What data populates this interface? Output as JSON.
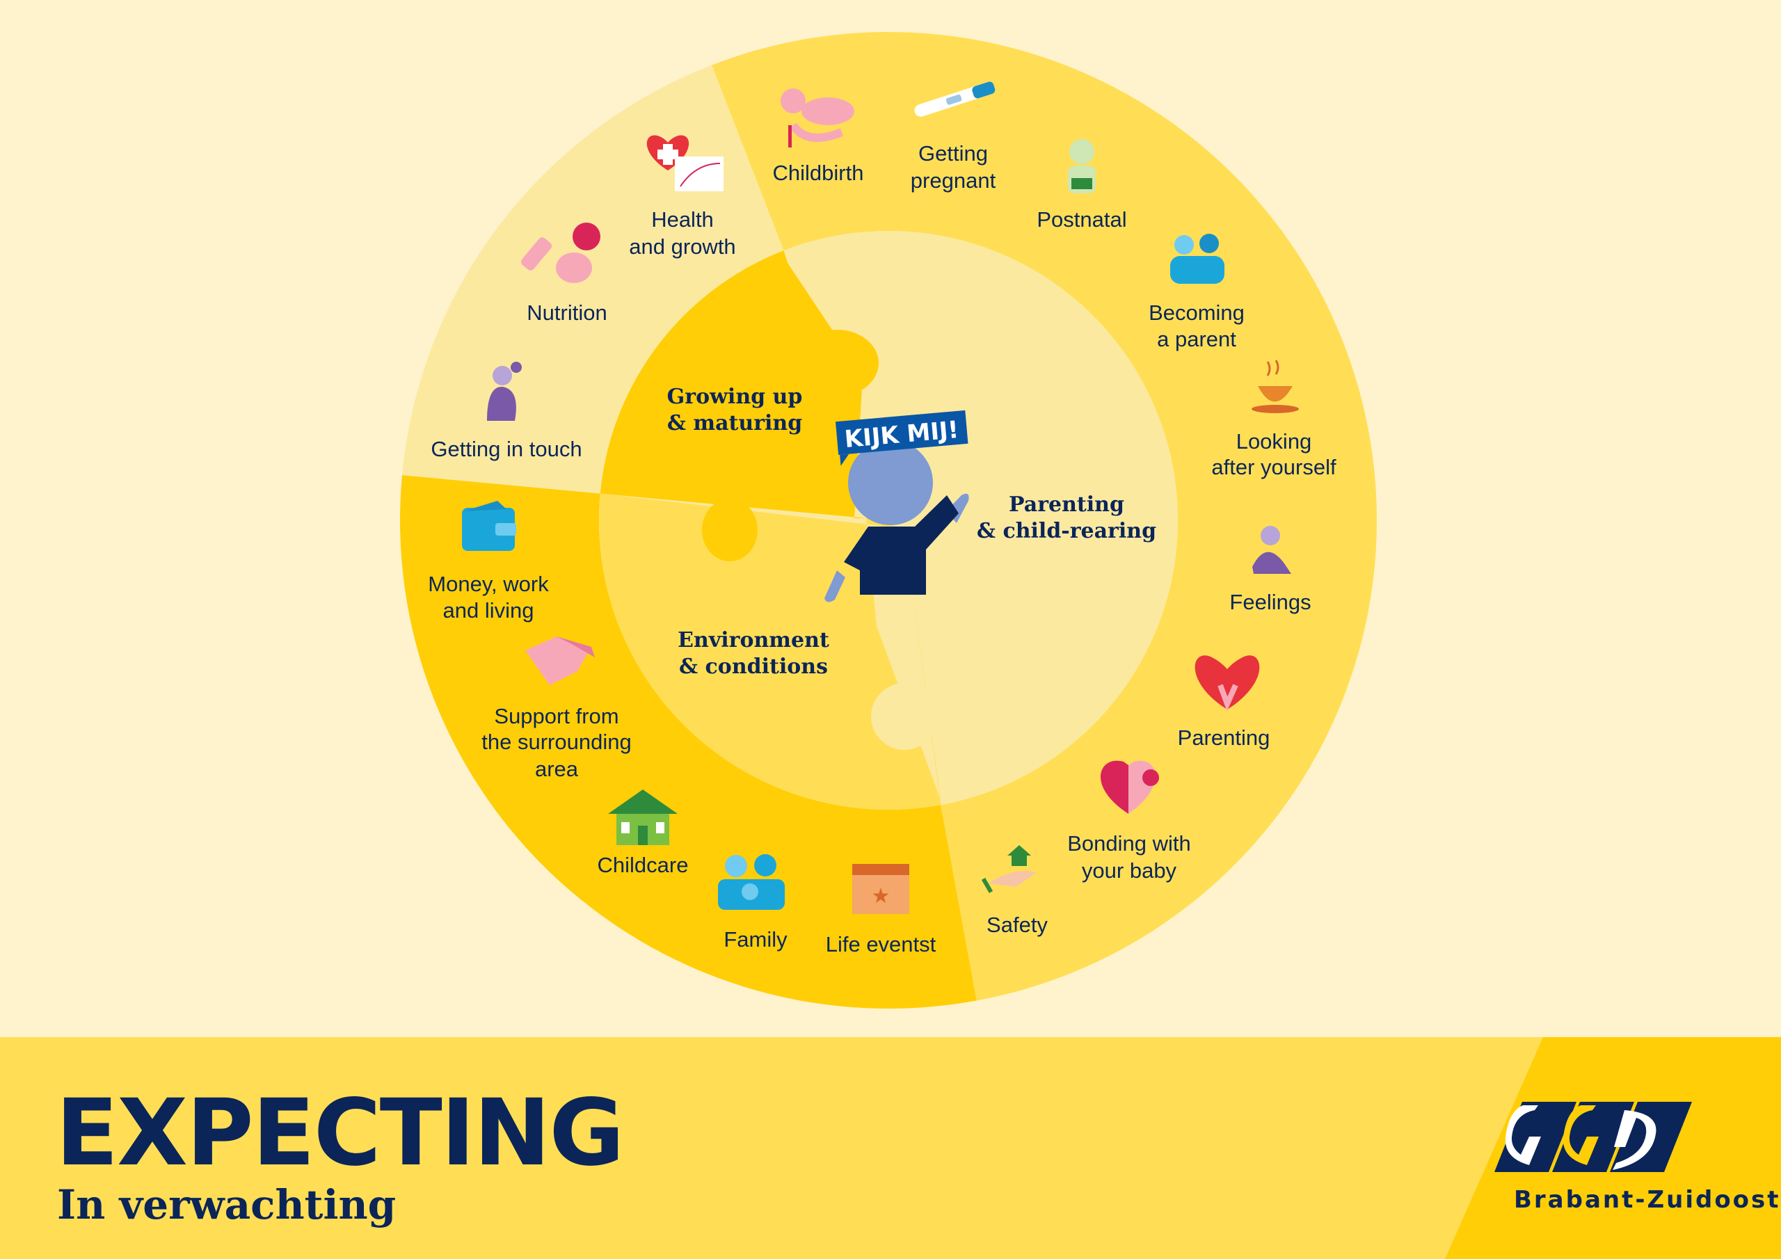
{
  "colors": {
    "background": "#FEF3CC",
    "light": "#FBE9A0",
    "medium": "#FFDE55",
    "dark": "#FFCE07",
    "navy": "#0B2559"
  },
  "center": {
    "badge": "KIJK MIJ!",
    "categories": {
      "growing": [
        "Growing up",
        "& maturing"
      ],
      "parenting": [
        "Parenting",
        "& child-rearing"
      ],
      "environment": [
        "Environment",
        "& conditions"
      ]
    }
  },
  "topics": {
    "childbirth": [
      "Childbirth"
    ],
    "pregnant": [
      "Getting",
      "pregnant"
    ],
    "postnatal": [
      "Postnatal"
    ],
    "becoming": [
      "Becoming",
      "a parent"
    ],
    "looking": [
      "Looking",
      "after yourself"
    ],
    "feelings": [
      "Feelings"
    ],
    "parenting": [
      "Parenting"
    ],
    "bonding": [
      "Bonding with",
      "your baby"
    ],
    "safety": [
      "Safety"
    ],
    "life": [
      "Life eventst"
    ],
    "family": [
      "Family"
    ],
    "childcare": [
      "Childcare"
    ],
    "support": [
      "Support from",
      "the surrounding",
      "area"
    ],
    "money": [
      "Money, work",
      "and living"
    ],
    "touch": [
      "Getting in touch"
    ],
    "nutrition": [
      "Nutrition"
    ],
    "health": [
      "Health",
      "and growth"
    ]
  },
  "footer": {
    "title": "EXPECTING",
    "subtitle": "In verwachting"
  },
  "logo": {
    "letters": "GGD",
    "region": "Brabant-Zuidoost"
  }
}
